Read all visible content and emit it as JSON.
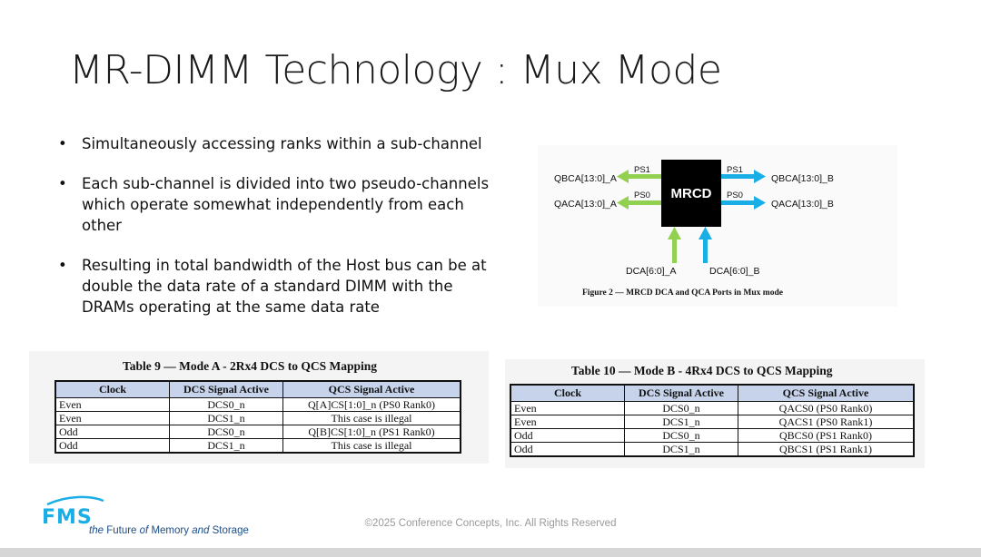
{
  "slide": {
    "title": "MR-DIMM Technology : Mux Mode",
    "bullets": [
      "Simultaneously accessing ranks within a sub-channel",
      "Each sub-channel is divided into two pseudo-channels which operate somewhat independently from each other",
      "Resulting in total bandwidth of the Host bus can be at double the data rate of a standard DIMM with the DRAMs operating at the same data rate"
    ]
  },
  "figure": {
    "chip_label": "MRCD",
    "left_top_signal": "QBCA[13:0]_A",
    "left_bottom_signal": "QACA[13:0]_A",
    "right_top_signal": "QBCA[13:0]_B",
    "right_bottom_signal": "QACA[13:0]_B",
    "ps1_left": "PS1",
    "ps0_left": "PS0",
    "ps1_right": "PS1",
    "ps0_right": "PS0",
    "bottom_left_signal": "DCA[6:0]_A",
    "bottom_right_signal": "DCA[6:0]_B",
    "caption": "Figure 2 — MRCD DCA and QCA Ports in Mux mode",
    "colors": {
      "green": "#92d050",
      "blue": "#1aaee6",
      "chip": "#000000"
    }
  },
  "table9": {
    "title": "Table 9 — Mode A - 2Rx4 DCS to QCS Mapping",
    "headers": [
      "Clock",
      "DCS Signal Active",
      "QCS Signal Active"
    ],
    "rows": [
      [
        "Even",
        "DCS0_n",
        "Q[A]CS[1:0]_n (PS0 Rank0)"
      ],
      [
        "Even",
        "DCS1_n",
        "This case is illegal"
      ],
      [
        "Odd",
        "DCS0_n",
        "Q[B]CS[1:0]_n (PS1 Rank0)"
      ],
      [
        "Odd",
        "DCS1_n",
        "This case is illegal"
      ]
    ]
  },
  "table10": {
    "title": "Table 10 — Mode B - 4Rx4 DCS to QCS Mapping",
    "headers": [
      "Clock",
      "DCS Signal Active",
      "QCS Signal Active"
    ],
    "rows": [
      [
        "Even",
        "DCS0_n",
        "QACS0 (PS0 Rank0)"
      ],
      [
        "Even",
        "DCS1_n",
        "QACS1 (PS0 Rank1)"
      ],
      [
        "Odd",
        "DCS0_n",
        "QBCS0 (PS1 Rank0)"
      ],
      [
        "Odd",
        "DCS1_n",
        "QBCS1 (PS1 Rank1)"
      ]
    ]
  },
  "footer": {
    "copyright": "©2025 Conference Concepts, Inc. All Rights Reserved",
    "logo_text": "FMS",
    "tagline_the": "the",
    "tagline_future": "Future",
    "tagline_of": "of",
    "tagline_memory": "Memory",
    "tagline_and": "and",
    "tagline_storage": "Storage",
    "brand_color": "#1b4d8a",
    "accent_color": "#1aaee6"
  }
}
